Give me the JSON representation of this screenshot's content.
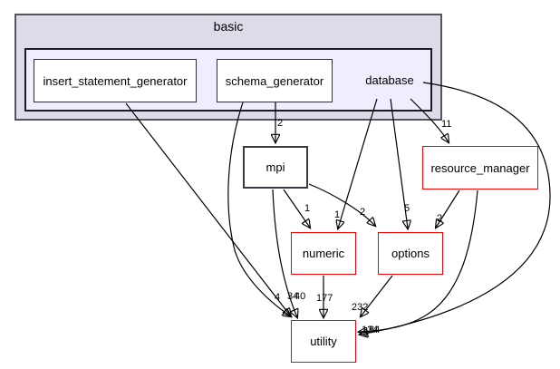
{
  "diagram": {
    "type": "directory-dependency-graph",
    "cluster": {
      "label": "basic"
    },
    "nodes": {
      "insert_statement_generator": {
        "label": "insert_statement_generator",
        "style": "normal"
      },
      "schema_generator": {
        "label": "schema_generator",
        "style": "normal"
      },
      "database": {
        "label": "database",
        "style": "current-directory"
      },
      "mpi": {
        "label": "mpi",
        "style": "normal"
      },
      "resource_manager": {
        "label": "resource_manager",
        "style": "truncated"
      },
      "numeric": {
        "label": "numeric",
        "style": "truncated"
      },
      "options": {
        "label": "options",
        "style": "truncated"
      },
      "utility": {
        "label": "utility",
        "style": "truncated"
      }
    },
    "edges": [
      {
        "from": "schema_generator",
        "to": "mpi",
        "count": "2"
      },
      {
        "from": "database",
        "to": "resource_manager",
        "count": "11"
      },
      {
        "from": "mpi",
        "to": "numeric",
        "count": "1"
      },
      {
        "from": "database",
        "to": "numeric",
        "count": "1"
      },
      {
        "from": "mpi",
        "to": "options",
        "count": "2"
      },
      {
        "from": "database",
        "to": "options",
        "count": "5"
      },
      {
        "from": "resource_manager",
        "to": "options",
        "count": "2"
      },
      {
        "from": "insert_statement_generator",
        "to": "utility",
        "count": "4"
      },
      {
        "from": "schema_generator",
        "to": "utility",
        "count": "34"
      },
      {
        "from": "mpi",
        "to": "utility",
        "count": "40"
      },
      {
        "from": "numeric",
        "to": "utility",
        "count": "177"
      },
      {
        "from": "options",
        "to": "utility",
        "count": "232"
      },
      {
        "from": "resource_manager",
        "to": "utility",
        "count": "84"
      },
      {
        "from": "database",
        "to": "utility",
        "count": "134"
      }
    ],
    "colors": {
      "cluster_fill": "#dcdce8",
      "cluster_border": "#55555f",
      "inner_fill": "#eeeeff",
      "node_fill": "#ffffff",
      "node_border": "#2e2e38",
      "truncated_border": "#ff0000",
      "edge": "#000000",
      "text": "#000000"
    }
  }
}
